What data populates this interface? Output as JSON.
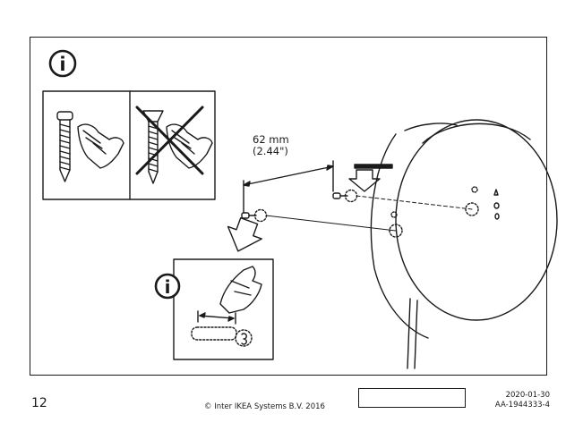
{
  "dimension": {
    "metric": "62 mm",
    "imperial": "(2.44\")"
  },
  "info_glyph": "i",
  "icons": {
    "main_info": "info-icon",
    "inset_info": "info-icon",
    "correct_screw": "pan-head-screw-icon",
    "wrong_screw": "countersunk-screw-crossed-icon",
    "arrow_down": "arrow-down-icon",
    "arrow_up": "arrow-up-icon"
  },
  "footer": {
    "page_number": "12",
    "copyright": "© Inter IKEA Systems B.V. 2016",
    "date": "2020-01-30",
    "doc_id": "AA-1944333-4"
  }
}
